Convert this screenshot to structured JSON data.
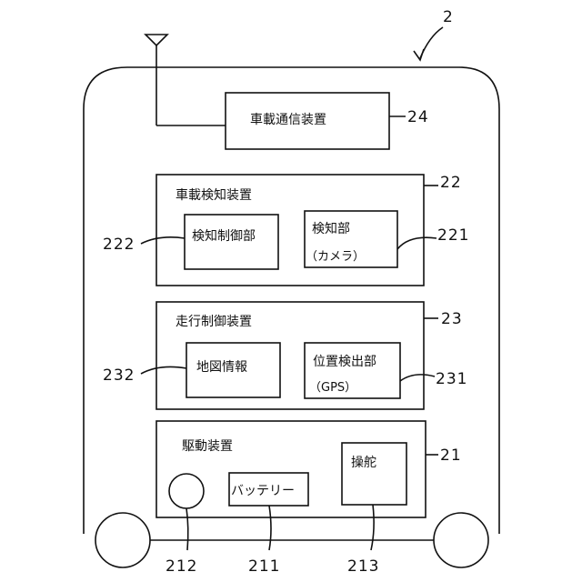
{
  "figure_ref": "2",
  "comm_device": {
    "label": "車載通信装置",
    "ref": "24"
  },
  "detection_device": {
    "label": "車載検知装置",
    "ref": "22",
    "control": {
      "label": "検知制御部",
      "ref": "222"
    },
    "detector": {
      "label": "検知部",
      "sublabel": "（カメラ）",
      "ref": "221"
    }
  },
  "travel_control_device": {
    "label": "走行制御装置",
    "ref": "23",
    "map": {
      "label": "地図情報",
      "ref": "232"
    },
    "position": {
      "label": "位置検出部",
      "sublabel": "（GPS）",
      "ref": "231"
    }
  },
  "drive_device": {
    "label": "駆動装置",
    "ref": "21",
    "motor_ref": "212",
    "battery": {
      "label": "バッテリー",
      "ref": "211"
    },
    "steering": {
      "label": "操舵",
      "ref": "213"
    }
  }
}
